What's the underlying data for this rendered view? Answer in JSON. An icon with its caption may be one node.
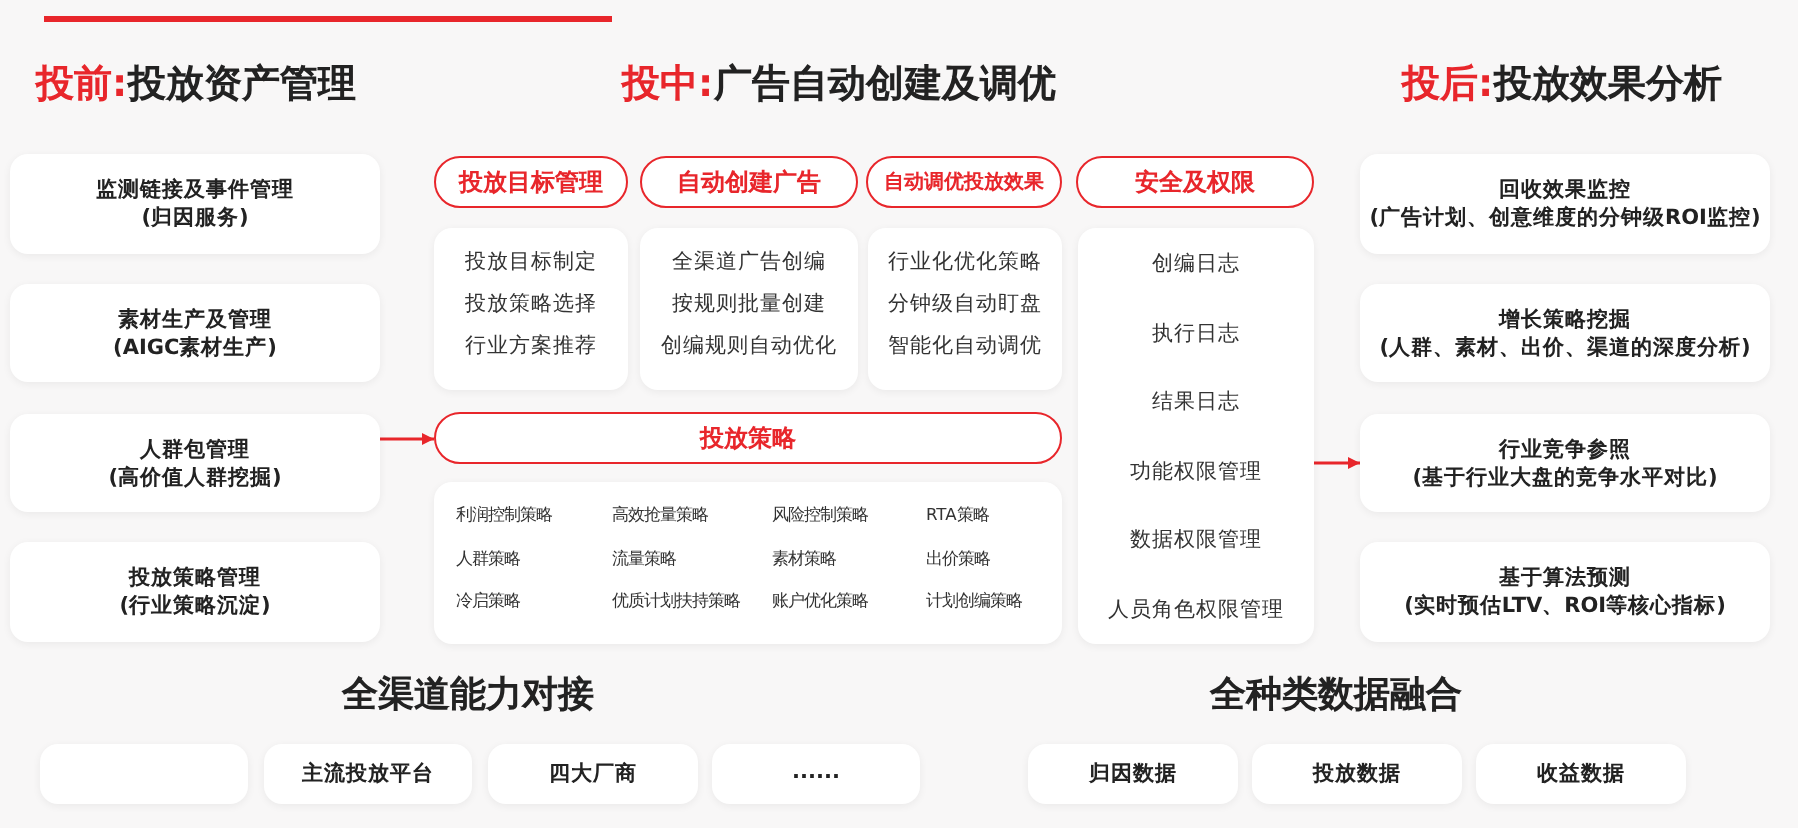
{
  "diagram": {
    "nodes": [
      {
        "text": [
          "监测链接及事件管理",
          "(归因服务)"
        ]
      },
      {
        "text": [
          "素材生产及管理",
          "(AIGC素材生产)"
        ]
      },
      {
        "text": [
          "人群包管理",
          "(高价值人群挖掘)"
        ]
      },
      {
        "text": [
          "投放策略管理",
          "(行业策略沉淀)"
        ]
      },
      {
        "text": [
          "投放目标管理"
        ]
      },
      {
        "text": [
          "自动创建广告"
        ]
      },
      {
        "text": [
          "自动调优投放效果"
        ]
      },
      {
        "text": [
          "安全及权限"
        ]
      },
      {
        "text": [
          "投放目标制定",
          "投放策略选择",
          "行业方案推荐"
        ]
      },
      {
        "text": [
          "全渠道广告创编",
          "按规则批量创建",
          "创编规则自动优化"
        ]
      },
      {
        "text": [
          "行业化优化策略",
          "分钟级自动盯盘",
          "智能化自动调优"
        ]
      },
      {
        "text": [
          "创编日志",
          "执行日志",
          "结果日志",
          "功能权限管理",
          "数据权限管理",
          "人员角色权限管理"
        ]
      },
      {
        "text": [
          "投放策略"
        ]
      },
      {
        "text": [
          "利润控制策略",
          "高效抢量策略",
          "风险控制策略",
          "RTA策略",
          "人群策略",
          "流量策略",
          "素材策略",
          "出价策略",
          "冷启策略",
          "优质计划扶持策略",
          "账户优化策略",
          "计划创编策略"
        ]
      },
      {
        "text": [
          "回收效果监控",
          "(广告计划、创意维度的分钟级ROI监控)"
        ]
      },
      {
        "text": [
          "增长策略挖掘",
          "(人群、素材、出价、渠道的深度分析)"
        ]
      },
      {
        "text": [
          "行业竞争参照",
          "(基于行业大盘的竞争水平对比)"
        ]
      },
      {
        "text": [
          "基于算法预测",
          "(实时预估LTV、ROI等核心指标)"
        ]
      },
      {
        "text": [],
        "shape": "box"
      },
      {
        "text": [
          "主流投放平台"
        ]
      },
      {
        "text": [
          "四大厂商"
        ]
      },
      {
        "text": [
          "......"
        ]
      },
      {
        "text": [
          "归因数据"
        ]
      },
      {
        "text": [
          "投放数据"
        ]
      },
      {
        "text": [
          "收益数据"
        ]
      }
    ],
    "edges": [
      {
        "from": 2,
        "to": 12,
        "arrow": "to",
        "color": "#e8262b"
      },
      {
        "from": 11,
        "to": 16,
        "arrow": "to",
        "color": "#e8262b"
      }
    ],
    "labels": [
      "投前:",
      "投放资产管理",
      "投中:",
      "广告自动创建及调优",
      "投后:",
      "投放效果分析",
      "全渠道能力对接",
      "全种类数据融合"
    ]
  }
}
